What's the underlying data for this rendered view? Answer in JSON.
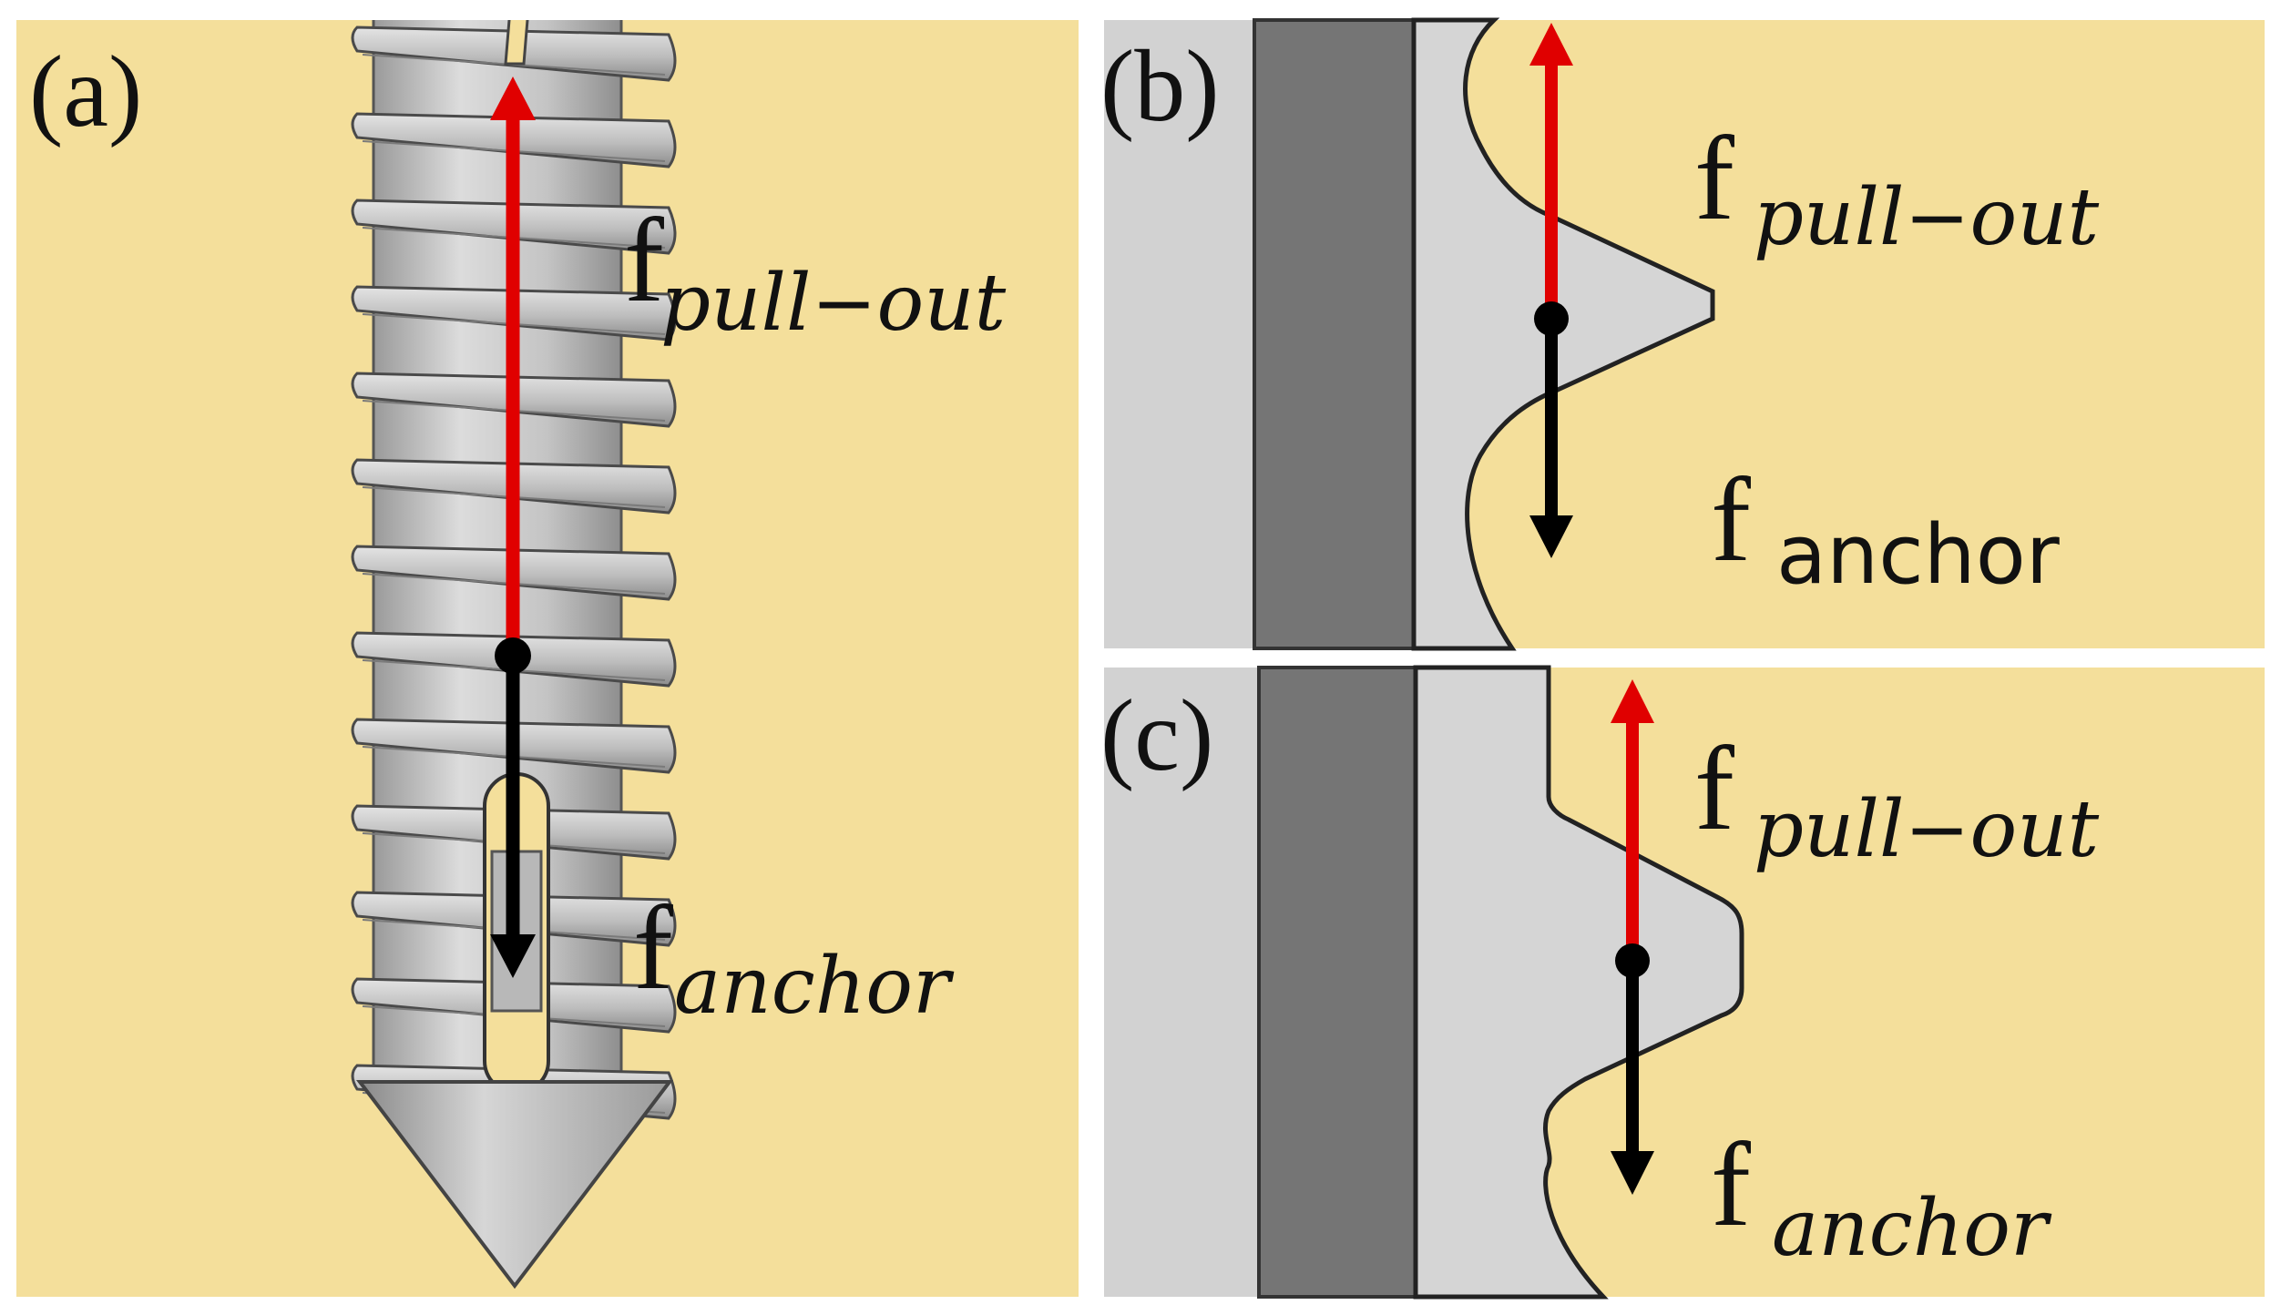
{
  "figure": {
    "colors": {
      "background": "#f4df9b",
      "implant": "#c9c9c9",
      "implant_dark": "#737373",
      "pull_out_arrow": "#e00000",
      "anchor_arrow": "#000000"
    },
    "panels": [
      {
        "id": "a",
        "label": "(a)",
        "force_pull_out": {
          "symbol": "f",
          "subscript": "pull−out"
        },
        "force_anchor": {
          "symbol": "f",
          "subscript": "anchor"
        }
      },
      {
        "id": "b",
        "label": "(b)",
        "force_pull_out": {
          "symbol": "f",
          "subscript": "pull−out"
        },
        "force_anchor": {
          "symbol": "f",
          "subscript": "anchor"
        }
      },
      {
        "id": "c",
        "label": "(c)",
        "force_pull_out": {
          "symbol": "f",
          "subscript": "pull−out"
        },
        "force_anchor": {
          "symbol": "f",
          "subscript": "anchor"
        }
      }
    ]
  }
}
